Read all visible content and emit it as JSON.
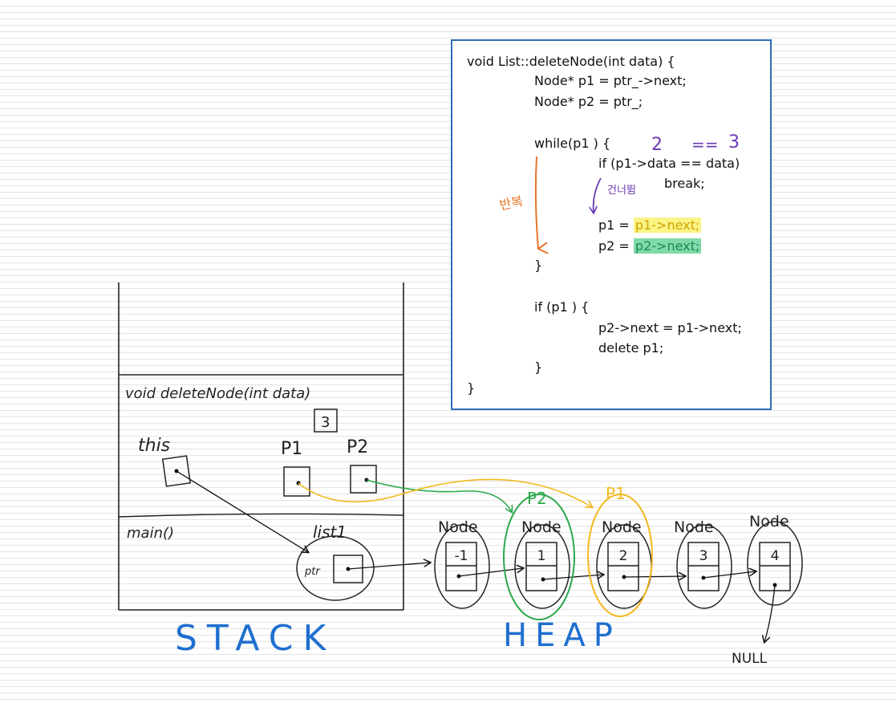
{
  "code": {
    "line1": "void List::deleteNode(int data) {",
    "line2": "Node* p1 = ptr_->next;",
    "line3": "Node* p2 = ptr_;",
    "line4": "while(p1 ) {",
    "line5": "if (p1->data == data)",
    "line6": "break;",
    "line7_prefix": "p1 = ",
    "line7_hl": "p1->next;",
    "line8_prefix": "p2 = ",
    "line8_hl": "p2->next;",
    "line9": "}",
    "line10": "if (p1 ) {",
    "line11": "p2->next = p1->next;",
    "line12": "delete p1;",
    "line13": "}",
    "line14": "}"
  },
  "annotations": {
    "compare_left": "2",
    "compare_op": "==",
    "compare_right": "3",
    "loop_label": "반복",
    "skip_label": "건너뜀"
  },
  "stack": {
    "frame_delete": "void  deleteNode(int data)",
    "data_value": "3",
    "this_label": "this",
    "p1_label": "P1",
    "p2_label": "P2",
    "frame_main": "main()",
    "list_label": "list1",
    "ptr_label": "ptr",
    "caption": "STACK"
  },
  "heap": {
    "node_label": "Node",
    "node_values": [
      "-1",
      "1",
      "2",
      "3",
      "4"
    ],
    "p2_marker": "P2",
    "p1_marker": "P1",
    "null_label": "NULL",
    "caption": "HEAP"
  },
  "colors": {
    "code_border": "#2f6db5",
    "orange": "#e8742a",
    "purple": "#6a3ab0",
    "green": "#2aa84a",
    "yellow": "#f2b81e",
    "blue_caption": "#1f6fd0"
  }
}
